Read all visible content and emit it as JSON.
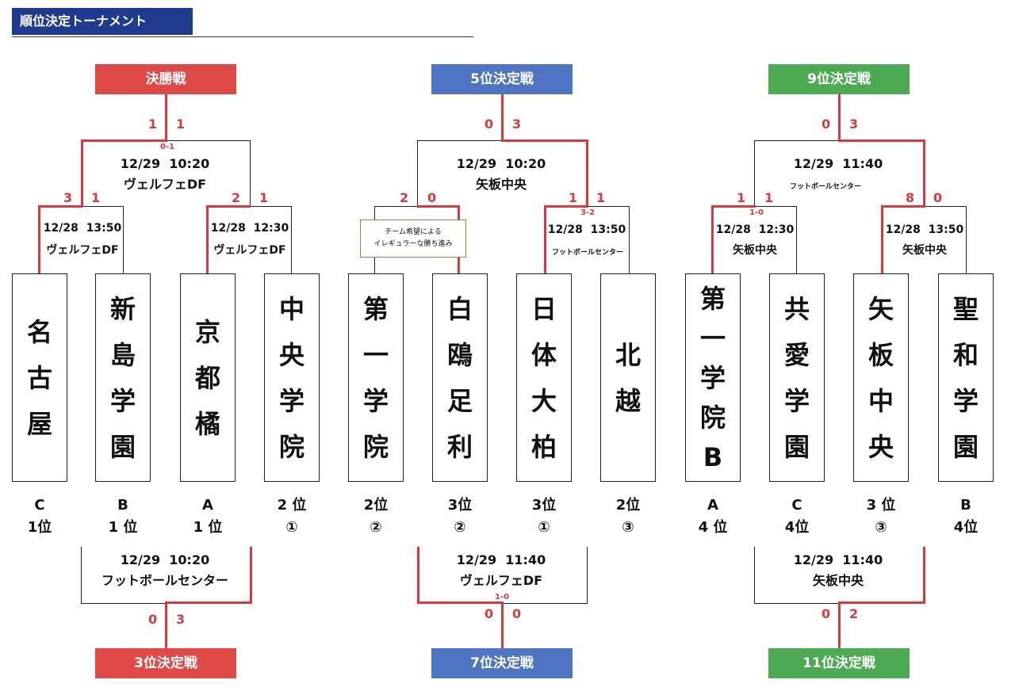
{
  "header": {
    "title": "順位決定トーナメント"
  },
  "sections": [
    {
      "top_title": "決勝戦",
      "bottom_title": "3位決定戦",
      "top_match": {
        "date": "12/29  10:20",
        "venue": "ヴェルフェDF",
        "score_left": "1",
        "score_right": "1",
        "pk": "0-1"
      },
      "semi_left": {
        "date": "12/28  13:50",
        "venue": "ヴェルフェDF",
        "score_left": "3",
        "score_right": "1"
      },
      "semi_right": {
        "date": "12/28  12:30",
        "venue": "ヴェルフェDF",
        "score_left": "2",
        "score_right": "1"
      },
      "bottom_match": {
        "date": "12/29  10:20",
        "venue": "フットボールセンター",
        "score_left": "0",
        "score_right": "3"
      },
      "teams": [
        {
          "name": "名\n古\n屋",
          "rank": "C\n1位"
        },
        {
          "name": "新\n島\n学\n園",
          "rank": "B\n1 位"
        },
        {
          "name": "京\n都\n橘",
          "rank": "A\n1 位"
        },
        {
          "name": "中\n央\n学\n院",
          "rank": "2 位\n①"
        }
      ]
    },
    {
      "top_title": "5位決定戦",
      "bottom_title": "7位決定戦",
      "top_match": {
        "date": "12/29  10:20",
        "venue": "矢板中央",
        "score_left": "0",
        "score_right": "3"
      },
      "semi_left": {
        "note": "チーム希望による\nイレギュラーな勝ち進み",
        "score_left": "2",
        "score_right": "0"
      },
      "semi_right": {
        "date": "12/28  13:50",
        "venue": "フットボールセンター",
        "score_left": "1",
        "score_right": "1",
        "pk": "3-2"
      },
      "bottom_match": {
        "date": "12/29  11:40",
        "venue": "ヴェルフェDF",
        "score_left": "0",
        "score_right": "0",
        "pk": "1-0"
      },
      "teams": [
        {
          "name": "第\n一\n学\n院",
          "rank": "2位\n②"
        },
        {
          "name": "白\n鴎\n足\n利",
          "rank": "3位\n②"
        },
        {
          "name": "日\n体\n大\n柏",
          "rank": "3位\n①"
        },
        {
          "name": "北\n越",
          "rank": "2位\n③"
        }
      ]
    },
    {
      "top_title": "9位決定戦",
      "bottom_title": "11位決定戦",
      "top_match": {
        "date": "12/29  11:40",
        "venue": "フットボールセンター",
        "score_left": "0",
        "score_right": "3"
      },
      "semi_left": {
        "date": "12/28  12:30",
        "venue": "矢板中央",
        "score_left": "1",
        "score_right": "1",
        "pk": "1-0"
      },
      "semi_right": {
        "date": "12/28  13:50",
        "venue": "矢板中央",
        "score_left": "8",
        "score_right": "0"
      },
      "bottom_match": {
        "date": "12/29  11:40",
        "venue": "矢板中央",
        "score_left": "0",
        "score_right": "2"
      },
      "teams": [
        {
          "name": "第\n一\n学\n院\nB",
          "rank": "A\n4 位"
        },
        {
          "name": "共\n愛\n学\n園",
          "rank": "C\n4位"
        },
        {
          "name": "矢\n板\n中\n央",
          "rank": "3 位\n③"
        },
        {
          "name": "聖\n和\n学\n園",
          "rank": "B\n4位"
        }
      ]
    }
  ]
}
